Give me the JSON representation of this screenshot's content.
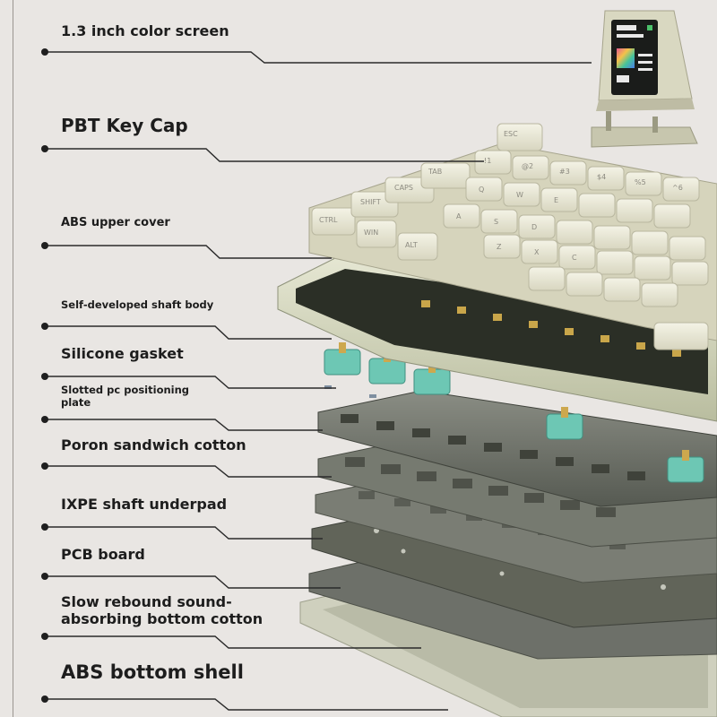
{
  "callouts": [
    {
      "id": "screen",
      "text": "1.3 inch color screen"
    },
    {
      "id": "keycap",
      "text": "PBT Key Cap"
    },
    {
      "id": "upper_cover",
      "text": "ABS upper cover"
    },
    {
      "id": "shaft_body",
      "text": "Self-developed shaft body"
    },
    {
      "id": "gasket",
      "text": "Silicone gasket"
    },
    {
      "id": "plate",
      "text": "Slotted pc positioning plate"
    },
    {
      "id": "poron",
      "text": "Poron sandwich cotton"
    },
    {
      "id": "ixpe",
      "text": "IXPE shaft underpad"
    },
    {
      "id": "pcb",
      "text": "PCB board"
    },
    {
      "id": "bottom_cotton",
      "text": "Slow rebound sound-absorbing bottom cotton"
    },
    {
      "id": "bottom_shell",
      "text": "ABS bottom shell"
    }
  ],
  "keycap_legends": [
    "ESC",
    "TAB",
    "CAPS",
    "SHIFT",
    "CTRL",
    "WIN",
    "ALT",
    "!1",
    "@2",
    "#3",
    "$4",
    "%5",
    "^6",
    "Q",
    "W",
    "E",
    "A",
    "S",
    "D",
    "Z",
    "X",
    "C"
  ],
  "colors": {
    "background": "#e9e6e3",
    "keycap": "#ecebd9",
    "keycap_dark": "#cfcdb4",
    "frame_green": "#bcc0a2",
    "plate_gray": "#6c7066",
    "switch_teal": "#6dc7b4",
    "callout_line": "#2a2a2a"
  },
  "icons": [
    "dot-marker-icon",
    "color-screen-display"
  ]
}
